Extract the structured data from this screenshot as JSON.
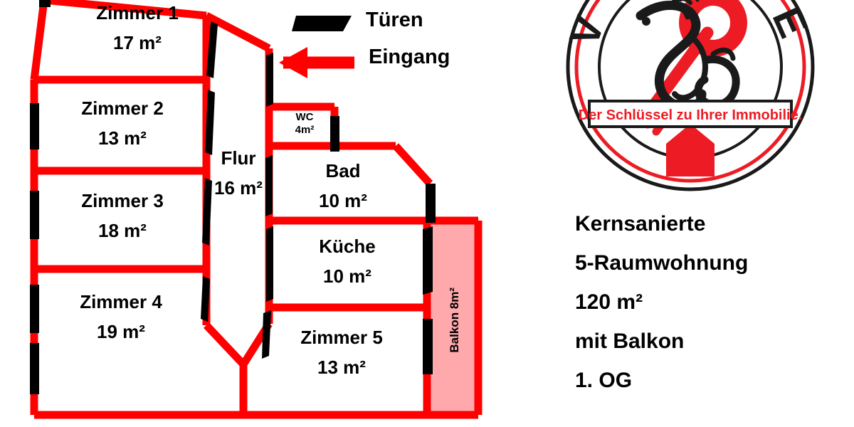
{
  "floorplan": {
    "title_hidden": "",
    "colors": {
      "wall": "#FF0000",
      "door": "#000000",
      "balcony_fill": "#FFA9AD",
      "text": "#000000",
      "background": "#FFFFFF"
    },
    "rooms": [
      {
        "key": "zimmer1",
        "name": "Zimmer 1",
        "area": "17 m²"
      },
      {
        "key": "zimmer2",
        "name": "Zimmer 2",
        "area": "13 m²"
      },
      {
        "key": "zimmer3",
        "name": "Zimmer 3",
        "area": "18 m²"
      },
      {
        "key": "zimmer4",
        "name": "Zimmer 4",
        "area": "19 m²"
      },
      {
        "key": "zimmer5",
        "name": "Zimmer 5",
        "area": "13 m²"
      },
      {
        "key": "flur",
        "name": "Flur",
        "area": "16 m²"
      },
      {
        "key": "wc",
        "name": "WC",
        "area": "4m²"
      },
      {
        "key": "bad",
        "name": "Bad",
        "area": "10 m²"
      },
      {
        "key": "kueche",
        "name": "Küche",
        "area": "10 m²"
      },
      {
        "key": "balkon",
        "name": "Balkon",
        "area": "8m²"
      }
    ],
    "legend": {
      "doors_label": "Türen",
      "entrance_label": "Eingang",
      "doors_icon": "trapezoid-door-symbol",
      "entrance_icon": "left-arrow-icon"
    }
  },
  "info": {
    "lines": [
      "Kernsanierte",
      "5-Raumwohnung",
      "120 m²",
      "mit Balkon",
      "1. OG"
    ]
  },
  "logo": {
    "tagline": "Der Schlüssel zu Ihrer Immobilie.",
    "ring_text_left": "V",
    "ring_text_right": "E",
    "mark_icon": "dragon-key-icon",
    "house_icon": "house-rings-icon",
    "colors": {
      "red": "#ED1C24",
      "black": "#1A1A1A"
    }
  }
}
